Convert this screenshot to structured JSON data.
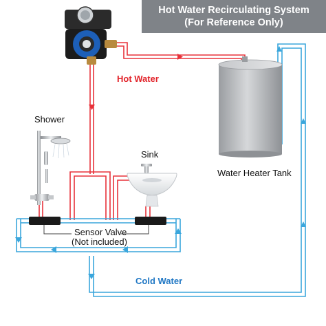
{
  "banner": {
    "line1": "Hot Water Recirculating System",
    "line2": "(For Reference Only)",
    "background": "#7f8388"
  },
  "labels": {
    "hot_water": "Hot Water",
    "shower": "Shower",
    "sink": "Sink",
    "water_heater_tank": "Water Heater Tank",
    "sensor_valve": "Sensor Valve",
    "not_included": "(Not included)",
    "cold_water": "Cold Water"
  },
  "colors": {
    "hot_pipe": "#e8323a",
    "cold_pipe": "#3aa6dc",
    "hot_text": "#e2232a",
    "cold_text": "#1f77c4",
    "tank": "#b5b8bc"
  },
  "icons": {
    "pump": "pump-icon",
    "shower": "shower-icon",
    "sink": "sink-icon",
    "tank": "water-heater-tank-icon",
    "valves": "sensor-valve-icon"
  }
}
